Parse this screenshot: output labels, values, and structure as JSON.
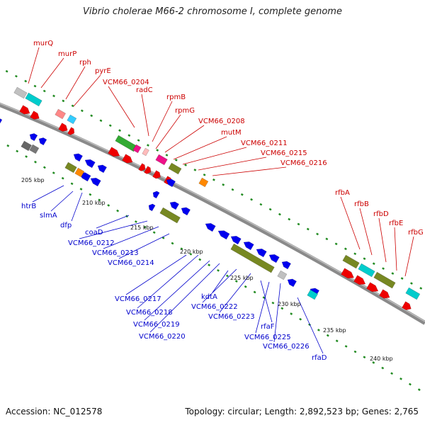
{
  "title": "Vibrio cholerae M66-2 chromosome I, complete genome",
  "footer": {
    "accession": "Accession: NC_012578",
    "summary": "Topology: circular; Length: 2,892,523 bp; Genes: 2,765"
  },
  "colors": {
    "forward_label": "#cc0000",
    "reverse_label": "#0000cc",
    "backbone": "#8a8a8a",
    "cds_forward": "#ee0000",
    "cds_reverse": "#0000ee",
    "dots": "#228b22"
  },
  "ticks": [
    "205 kbp",
    "210 kbp",
    "215 kbp",
    "220 kbp",
    "225 kbp",
    "230 kbp",
    "235 kbp",
    "240 kbp"
  ],
  "forward_genes": [
    "murQ",
    "murP",
    "rph",
    "pyrE",
    "VCM66_0204",
    "radC",
    "rpmB",
    "rpmG",
    "VCM66_0208",
    "mutM",
    "VCM66_0211",
    "VCM66_0215",
    "VCM66_0216",
    "rfbA",
    "rfbB",
    "rfbD",
    "rfbE",
    "rfbG"
  ],
  "reverse_genes": [
    "htrB",
    "slmA",
    "dfp",
    "coaD",
    "VCM66_0212",
    "VCM66_0213",
    "VCM66_0214",
    "VCM66_0217",
    "VCM66_0218",
    "VCM66_0219",
    "VCM66_0220",
    "kdtA",
    "VCM66_0222",
    "VCM66_0223",
    "rfaF",
    "VCM66_0225",
    "VCM66_0226",
    "rfaD"
  ]
}
